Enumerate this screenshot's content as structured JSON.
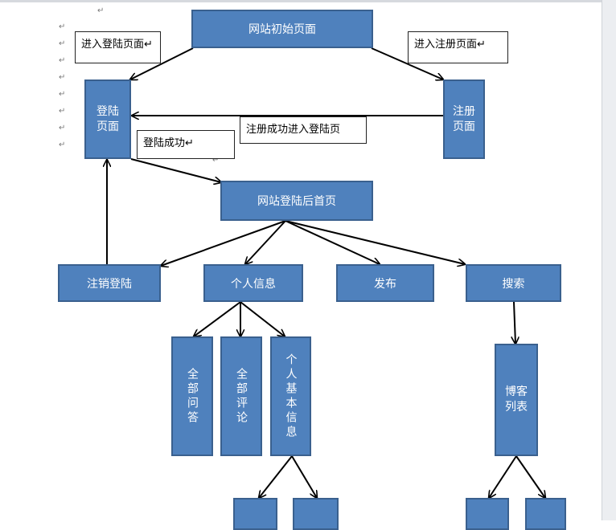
{
  "nodes": {
    "home": "网站初始页面",
    "login": "登陆\n页面",
    "register": "注册\n页面",
    "main": "网站登陆后首页",
    "logout": "注销登陆",
    "profile": "个人信息",
    "publish": "发布",
    "search": "搜索",
    "all_questions": "全部问答",
    "all_comments": "全部评论",
    "basic_info": "个人基本信息",
    "blog_list": "博客\n列表",
    "leaf1": "",
    "leaf2": "",
    "leaf3": "",
    "leaf4": ""
  },
  "notes": {
    "to_login": "进入登陆页面↵",
    "to_register": "进入注册页面↵",
    "register_success": "注册成功进入登陆页",
    "login_success": "登陆成功↵"
  },
  "paragraph_marks": [
    "↵",
    "↵",
    "↵",
    "↵",
    "↵",
    "↵",
    "↵",
    "↵",
    "↵",
    "↵"
  ],
  "colors": {
    "box_fill": "#4f81bd",
    "box_border": "#3a608e",
    "arrow": "#000000"
  }
}
